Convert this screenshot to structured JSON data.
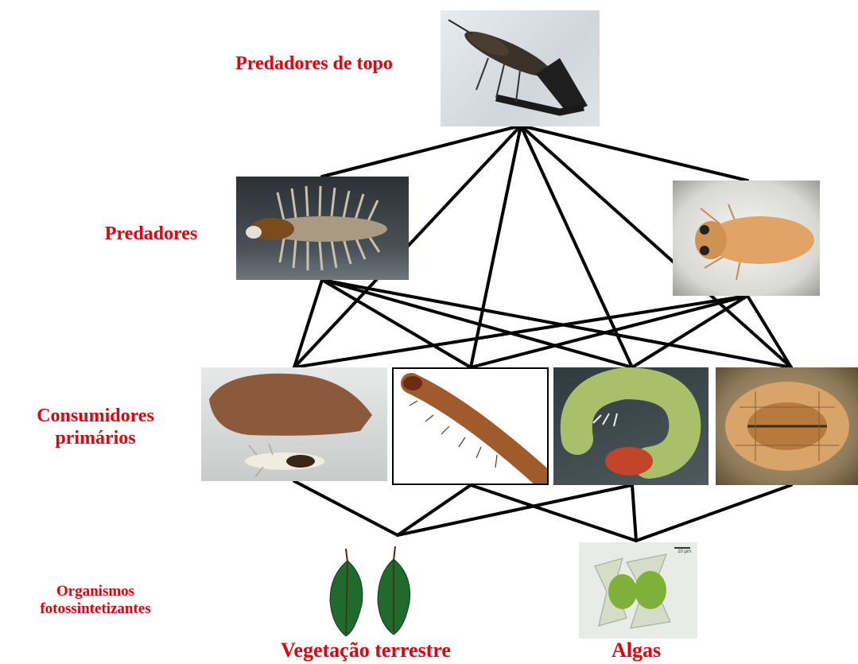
{
  "labels": {
    "top_predators": "Predadores de topo",
    "predators": "Predadores",
    "primary_consumers_line1": "Consumidores",
    "primary_consumers_line2": "primários",
    "photosynthesizers_line1": "Organismos",
    "photosynthesizers_line2": "fotossintetizantes",
    "terrestrial_vegetation": "Vegetação terrestre",
    "algae": "Algas"
  },
  "algae_scale_text": "10 µm",
  "colors": {
    "label_red": "#e8000b",
    "line_black": "#000000",
    "leaf_green": "#1f6b2e"
  }
}
